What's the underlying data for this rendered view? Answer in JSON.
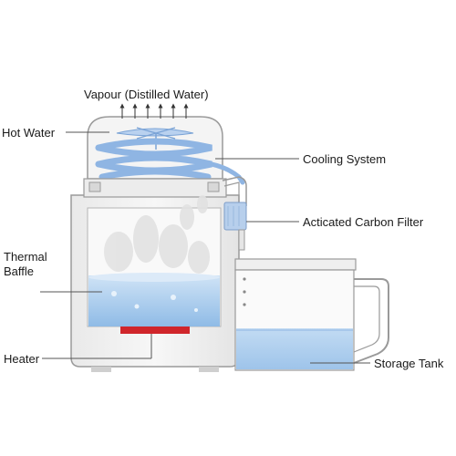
{
  "labels": {
    "vapour": "Vapour (Distilled Water)",
    "hot_water": "Hot Water",
    "cooling_system": "Cooling System",
    "carbon_filter": "Acticated Carbon Filter",
    "thermal_baffle_line1": "Thermal",
    "thermal_baffle_line2": "Baffle",
    "heater": "Heater",
    "storage_tank": "Storage Tank"
  },
  "colors": {
    "water": "#a9cdee",
    "water_dark": "#6fa3d6",
    "coil": "#8fb5e3",
    "heater": "#d0262b",
    "outline": "#8a8a8a",
    "steam": "#e2e2e2"
  }
}
